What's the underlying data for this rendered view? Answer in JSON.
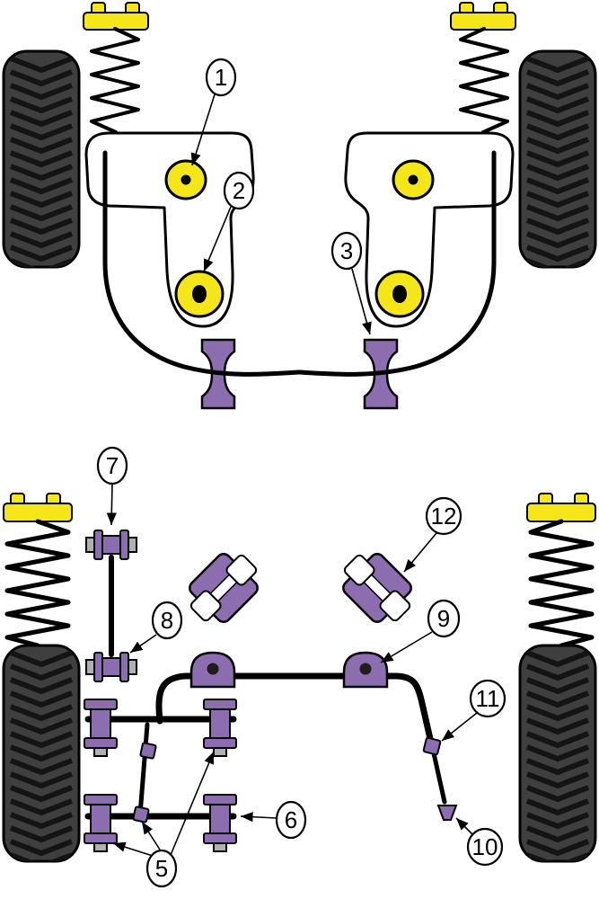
{
  "diagram": {
    "title": "suspension-bush-fitment-diagram",
    "background": "#ffffff",
    "colors": {
      "bushing_yellow": "#f4e619",
      "part_purple": "#8c6daf",
      "tire_gray": "#3f3f3f",
      "metal_gray": "#b0b0b0",
      "outline_black": "#000000"
    },
    "callouts": [
      {
        "number": "1",
        "points_to": "front-wishbone-front-bush"
      },
      {
        "number": "2",
        "points_to": "front-wishbone-rear-bush"
      },
      {
        "number": "3",
        "points_to": "steering-rack-mount-bush"
      },
      {
        "number": "5",
        "points_to": "rear-beam-mount-bushes"
      },
      {
        "number": "6",
        "points_to": "rear-beam-mount-bush"
      },
      {
        "number": "7",
        "points_to": "engine-steady-link-upper-bush"
      },
      {
        "number": "8",
        "points_to": "engine-steady-link-lower-bush"
      },
      {
        "number": "9",
        "points_to": "anti-roll-bar-clamp-bush"
      },
      {
        "number": "10",
        "points_to": "drop-link-lower-bush"
      },
      {
        "number": "11",
        "points_to": "drop-link-upper-bush"
      },
      {
        "number": "12",
        "points_to": "engine-mount-bush"
      }
    ]
  }
}
